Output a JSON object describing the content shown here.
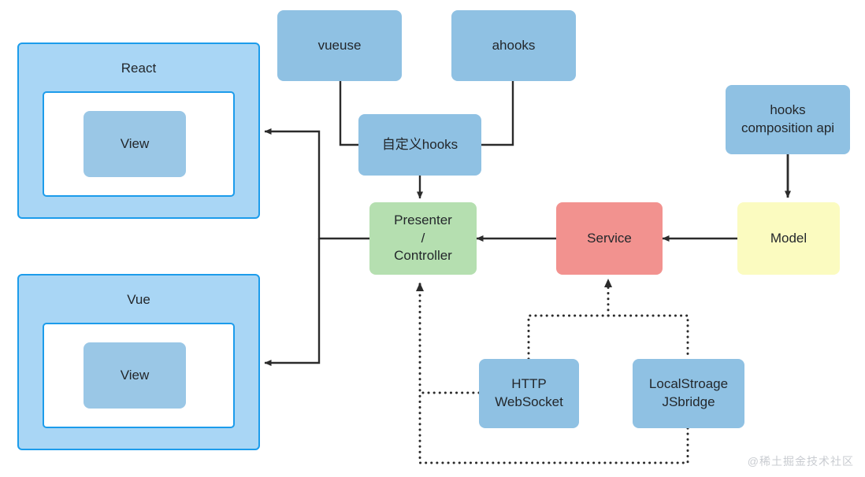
{
  "diagram": {
    "title": "Frontend layered architecture diagram",
    "watermark": "@稀土掘金技术社区",
    "colors": {
      "blue_fill": "#8fc1e3",
      "frame_fill": "#a9d6f5",
      "frame_border": "#1c9ceb",
      "view_fill": "#9ac7e6",
      "green_fill": "#b5dfb0",
      "red_fill": "#f2928f",
      "yellow_fill": "#fbfbc0",
      "edge_stroke": "#2b2b2b",
      "watermark_color": "#c9ccd1"
    },
    "frames": [
      {
        "id": "react",
        "label": "React",
        "view_label": "View"
      },
      {
        "id": "vue",
        "label": "Vue",
        "view_label": "View"
      }
    ],
    "nodes": [
      {
        "id": "vueuse",
        "label": "vueuse",
        "type": "blue"
      },
      {
        "id": "ahooks",
        "label": "ahooks",
        "type": "blue"
      },
      {
        "id": "custom-hooks",
        "label": "自定义hooks",
        "type": "blue"
      },
      {
        "id": "hooks-composition-api",
        "label": "hooks\ncomposition api",
        "type": "blue"
      },
      {
        "id": "presenter-controller",
        "label": "Presenter\n/\nController",
        "type": "green"
      },
      {
        "id": "service",
        "label": "Service",
        "type": "red"
      },
      {
        "id": "model",
        "label": "Model",
        "type": "yellow"
      },
      {
        "id": "http-websocket",
        "label": "HTTP\nWebSocket",
        "type": "blue"
      },
      {
        "id": "localstorage-jsbridge",
        "label": "LocalStroage\nJSbridge",
        "type": "blue"
      }
    ],
    "edges": [
      {
        "from": "vueuse",
        "to": "custom-hooks",
        "style": "solid",
        "arrow": false
      },
      {
        "from": "ahooks",
        "to": "custom-hooks",
        "style": "solid",
        "arrow": false
      },
      {
        "from": "custom-hooks",
        "to": "presenter-controller",
        "style": "solid",
        "arrow": true
      },
      {
        "from": "presenter-controller",
        "to": "react",
        "style": "solid",
        "arrow": true
      },
      {
        "from": "presenter-controller",
        "to": "vue",
        "style": "solid",
        "arrow": true
      },
      {
        "from": "service",
        "to": "presenter-controller",
        "style": "solid",
        "arrow": true
      },
      {
        "from": "model",
        "to": "service",
        "style": "solid",
        "arrow": true
      },
      {
        "from": "hooks-composition-api",
        "to": "model",
        "style": "solid",
        "arrow": true
      },
      {
        "from": "http-websocket",
        "to": "service",
        "style": "dotted",
        "arrow": true
      },
      {
        "from": "localstorage-jsbridge",
        "to": "service",
        "style": "dotted",
        "arrow": true
      },
      {
        "from": "http-websocket",
        "to": "presenter-controller",
        "style": "dotted",
        "arrow": true
      },
      {
        "from": "localstorage-jsbridge",
        "to": "presenter-controller",
        "style": "dotted",
        "arrow": true
      }
    ]
  }
}
